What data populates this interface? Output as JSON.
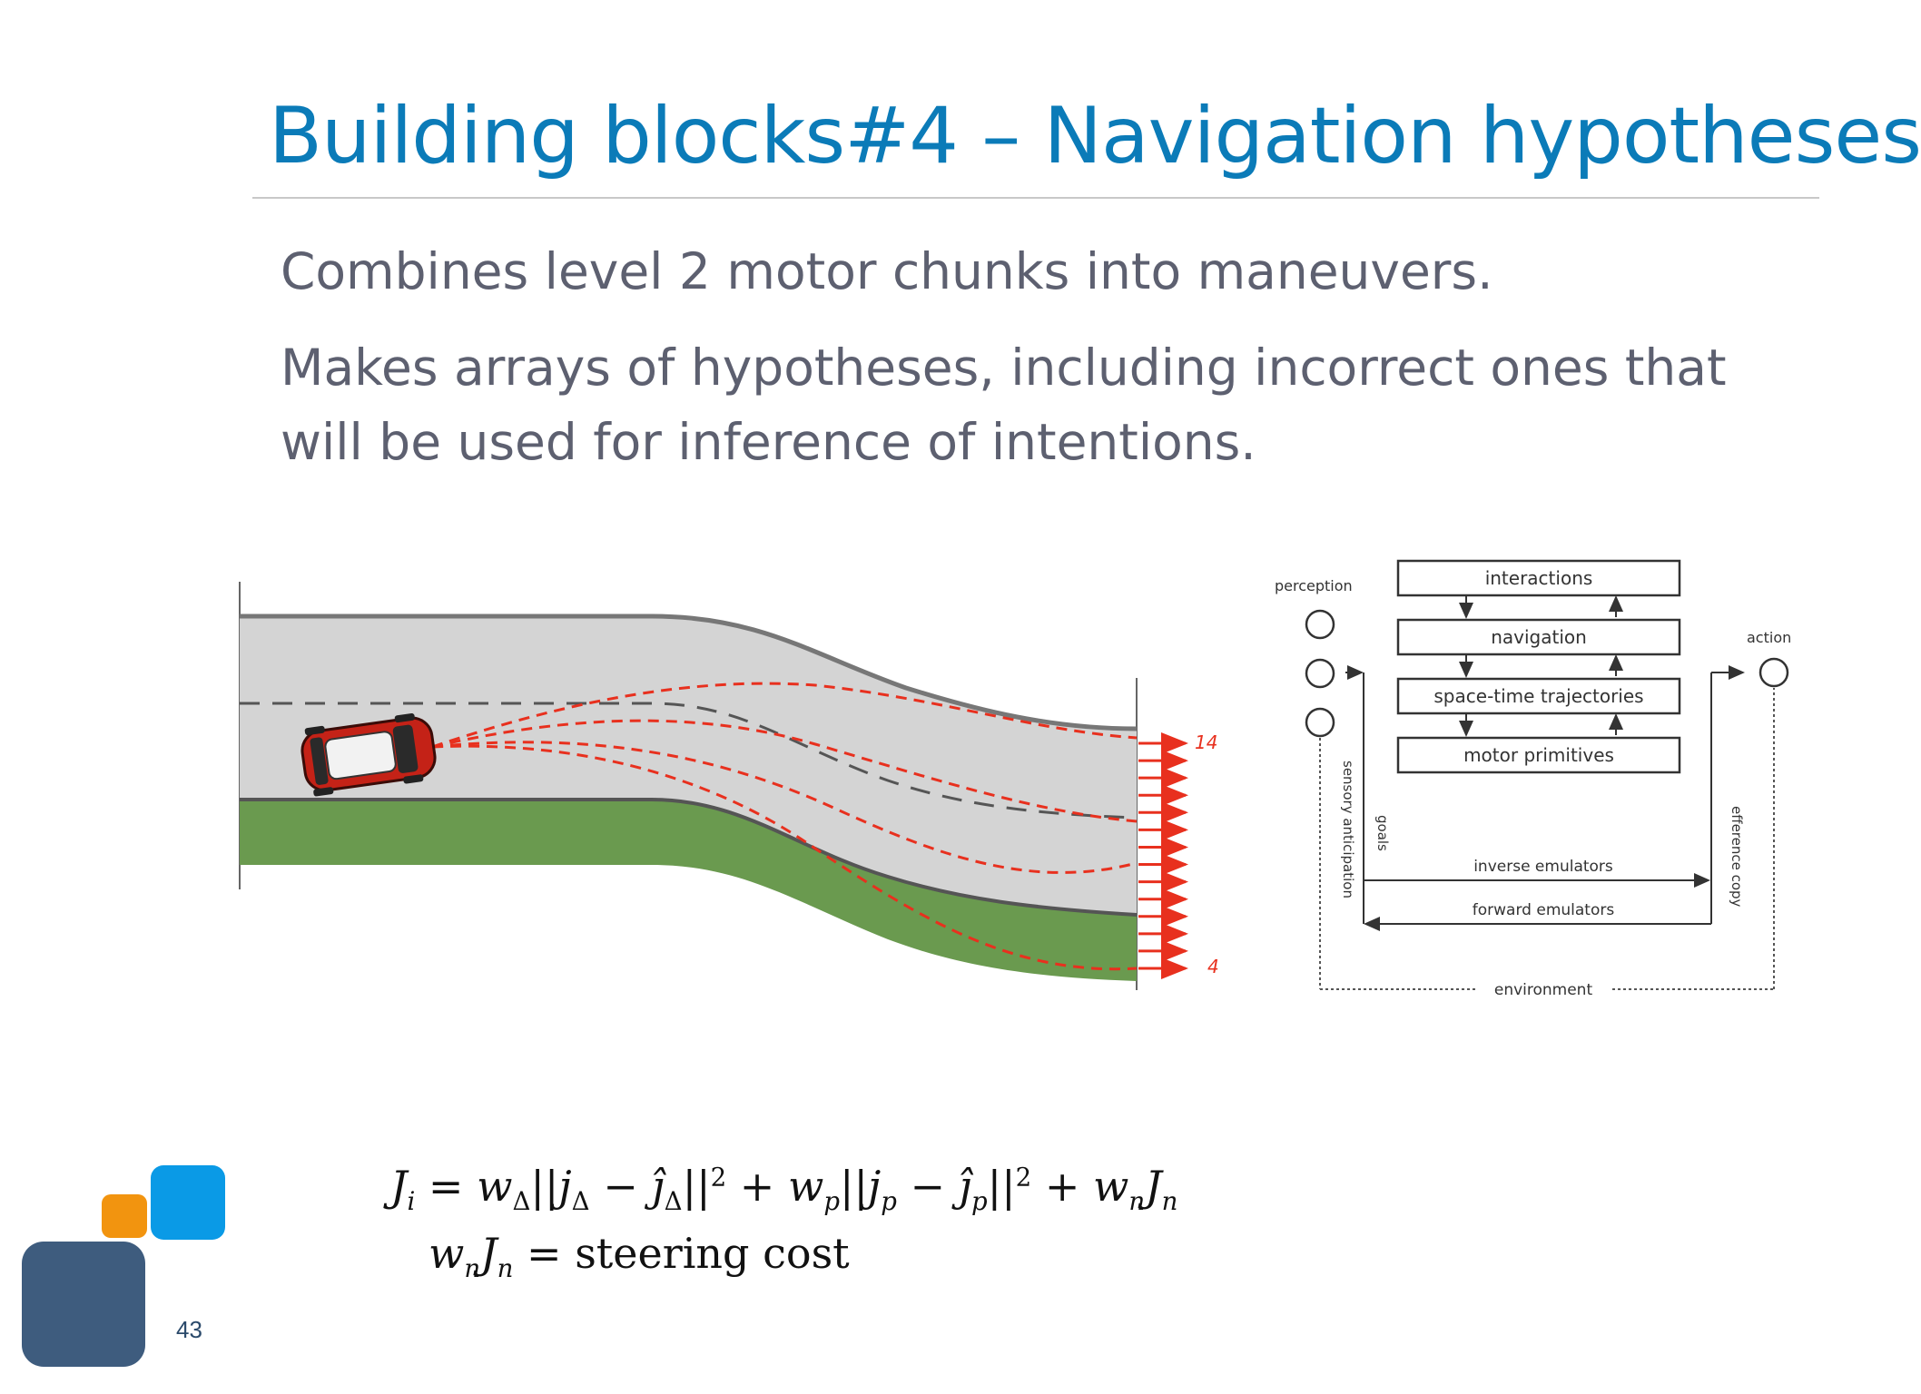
{
  "slide": {
    "title": "Building blocks#4 – Navigation hypotheses",
    "bullets": [
      "Combines level 2 motor chunks into maneuvers.",
      "Makes arrays of hypotheses, including incorrect ones that will be used for inference of intentions."
    ],
    "page_number": "43"
  },
  "road_figure": {
    "top_label": "14",
    "bottom_label": "4",
    "trajectory_color": "#e8301e",
    "road_color": "#d4d4d4",
    "grass_color": "#6a9a4f",
    "car_color": "#c42217"
  },
  "architecture": {
    "perception_label": "perception",
    "action_label": "action",
    "boxes": [
      "interactions",
      "navigation",
      "space-time trajectories",
      "motor primitives"
    ],
    "left_labels": [
      "sensory anticipation",
      "goals"
    ],
    "right_label": "efference copy",
    "inverse_label": "inverse emulators",
    "forward_label": "forward emulators",
    "environment_label": "environment"
  },
  "formula": {
    "J": "J",
    "i": "i",
    "eq": " = ",
    "w": "w",
    "delta": "Δ",
    "norm_open": "||",
    "j": "j",
    "minus": " − ",
    "jhat": "ĵ",
    "norm_close": "||",
    "sq": "2",
    "plus": " + ",
    "p": "p",
    "n": "n",
    "line2_rest": "steering cost"
  },
  "colors": {
    "title": "#0b7bb8",
    "text": "#5d6070",
    "logo_dark": "#3e5c7e",
    "logo_orange": "#f2940f",
    "logo_blue": "#0a9ae6"
  }
}
